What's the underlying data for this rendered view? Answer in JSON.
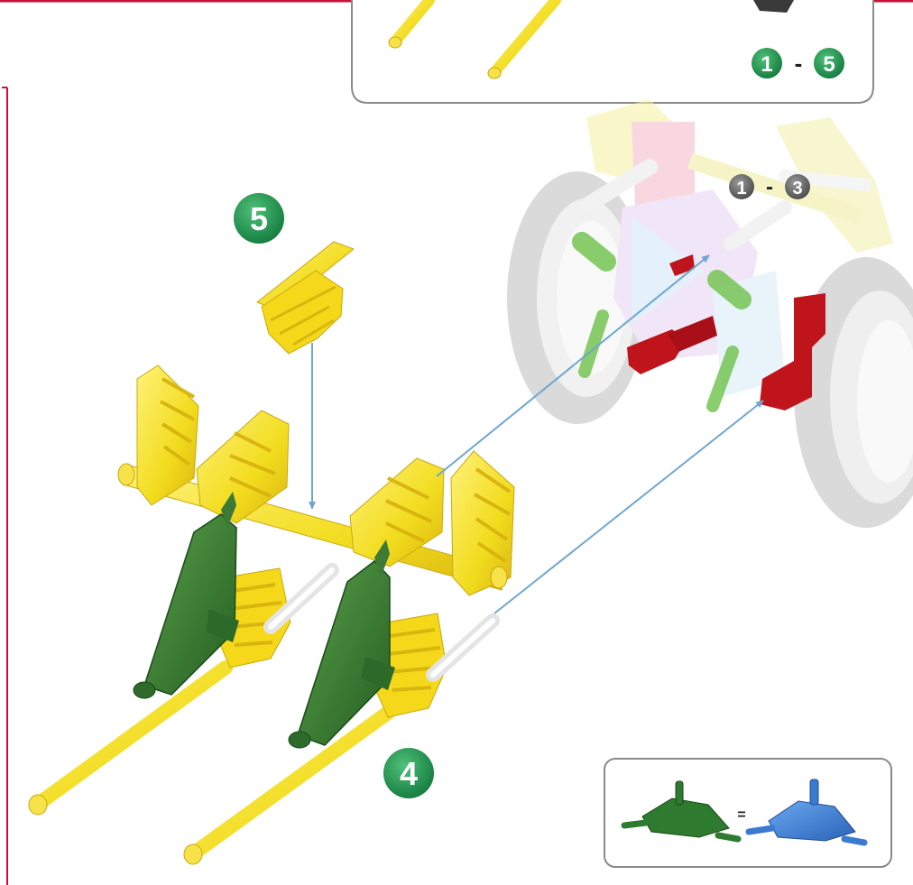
{
  "top_panel": {
    "range_start": "1",
    "range_sep": "-",
    "range_end": "5"
  },
  "steps": {
    "step_4": "4",
    "step_5": "5"
  },
  "model_ref": {
    "range_start": "1",
    "range_sep": "-",
    "range_end": "3"
  },
  "equivalence": {
    "symbol": "="
  },
  "colors": {
    "frame_border": "#c8103c",
    "badge_green": "#1f8a4a",
    "badge_gray": "#6a6a6a",
    "rod_yellow": "#f3e12a",
    "connector_yellow": "#f7d81c",
    "part_green": "#2e7a2e",
    "part_blue": "#3a7ad0",
    "part_red": "#c0141c",
    "arrow": "#6fa6cf"
  }
}
